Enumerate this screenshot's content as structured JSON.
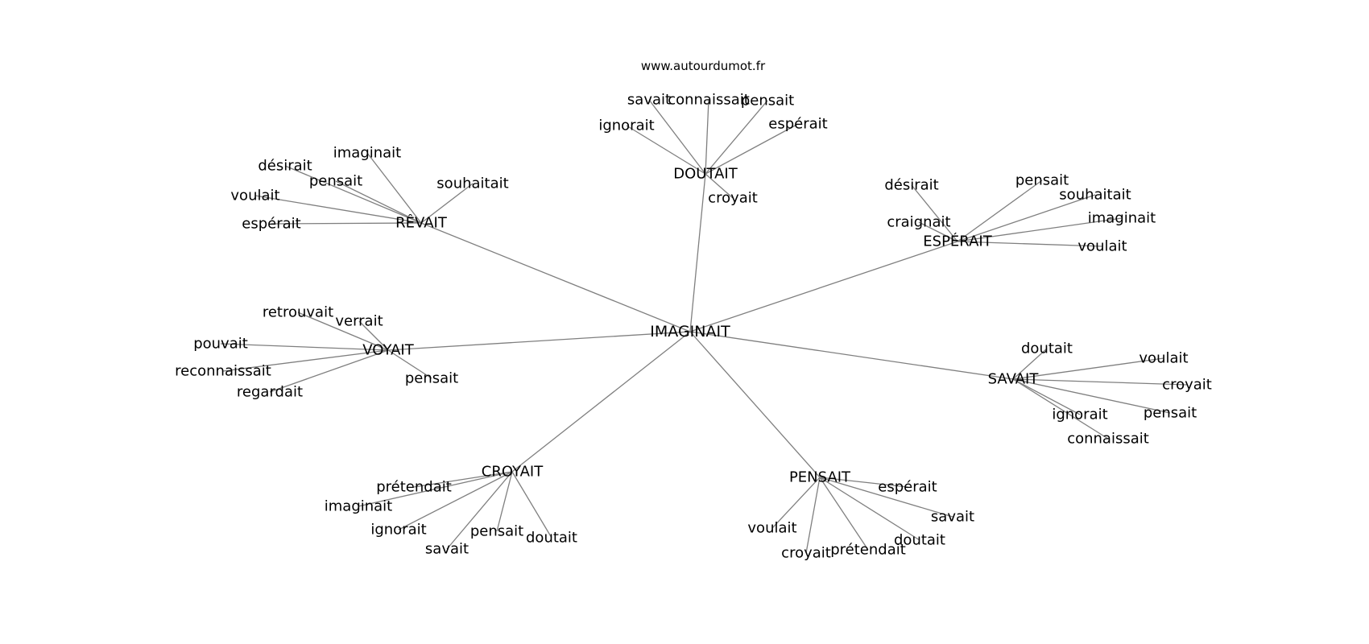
{
  "credit": "www.autourdumot.fr",
  "center": "IMAGINAIT",
  "clusters": [
    {
      "hub": "DOUTAIT",
      "words": [
        "savait",
        "connaissait",
        "pensait",
        "ignorait",
        "espérait",
        "croyait"
      ]
    },
    {
      "hub": "RÊVAIT",
      "words": [
        "imaginait",
        "désirait",
        "pensait",
        "souhaitait",
        "voulait",
        "espérait"
      ]
    },
    {
      "hub": "ESPÉRAIT",
      "words": [
        "désirait",
        "pensait",
        "souhaitait",
        "imaginait",
        "craignait",
        "voulait"
      ]
    },
    {
      "hub": "VOYAIT",
      "words": [
        "retrouvait",
        "verrait",
        "pouvait",
        "reconnaissait",
        "regardait",
        "pensait"
      ]
    },
    {
      "hub": "SAVAIT",
      "words": [
        "doutait",
        "voulait",
        "croyait",
        "pensait",
        "ignorait",
        "connaissait"
      ]
    },
    {
      "hub": "CROYAIT",
      "words": [
        "prétendait",
        "imaginait",
        "ignorait",
        "pensait",
        "savait",
        "doutait"
      ]
    },
    {
      "hub": "PENSAIT",
      "words": [
        "espérait",
        "savait",
        "voulait",
        "doutait",
        "prétendait",
        "croyait"
      ]
    }
  ]
}
